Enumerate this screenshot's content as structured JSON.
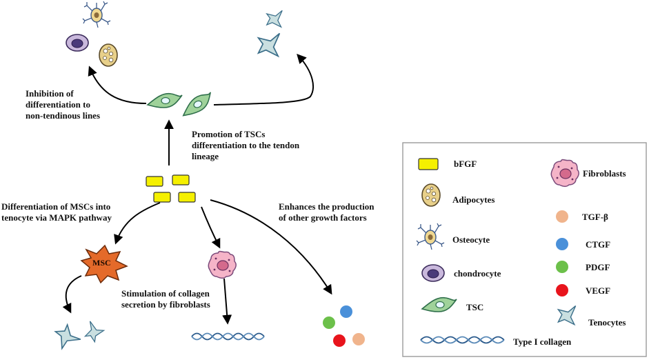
{
  "diagram": {
    "labels": {
      "inhibition": "Inhibition of\ndifferentiation to\nnon-tendinous lines",
      "promotion": "Promotion of TSCs\ndifferentiation to the tendon\nlineage",
      "mapk": "Differentiation of MSCs into\ntenocyte via MAPK pathway",
      "growth": "Enhances the production\nof other growth factors",
      "collagen": "Stimulation of collagen\nsecretion by fibroblasts",
      "msc": "MSC"
    },
    "colors": {
      "bfgf": "#f5f000",
      "tgf_beta": "#f0b48c",
      "ctgf": "#4a90d9",
      "pdgf": "#6cc04a",
      "vegf": "#e8141c",
      "msc": "#e46a2a",
      "tsc": "#9fd29a",
      "tenocyte": "#c9dfe0",
      "fibroblast": "#f5b4c8",
      "collagen": "#2a5a8c"
    }
  },
  "legend": {
    "items": [
      {
        "key": "bfgf",
        "label": "bFGF"
      },
      {
        "key": "adipocytes",
        "label": "Adipocytes"
      },
      {
        "key": "osteocyte",
        "label": "Osteocyte"
      },
      {
        "key": "chondrocyte",
        "label": "chondrocyte"
      },
      {
        "key": "tsc",
        "label": "TSC"
      },
      {
        "key": "collagen",
        "label": "Type I collagen"
      },
      {
        "key": "fibroblasts",
        "label": "Fibroblasts"
      },
      {
        "key": "tgf_beta",
        "label": "TGF-β"
      },
      {
        "key": "ctgf",
        "label": "CTGF"
      },
      {
        "key": "pdgf",
        "label": "PDGF"
      },
      {
        "key": "vegf",
        "label": "VEGF"
      },
      {
        "key": "tenocytes",
        "label": "Tenocytes"
      }
    ]
  }
}
